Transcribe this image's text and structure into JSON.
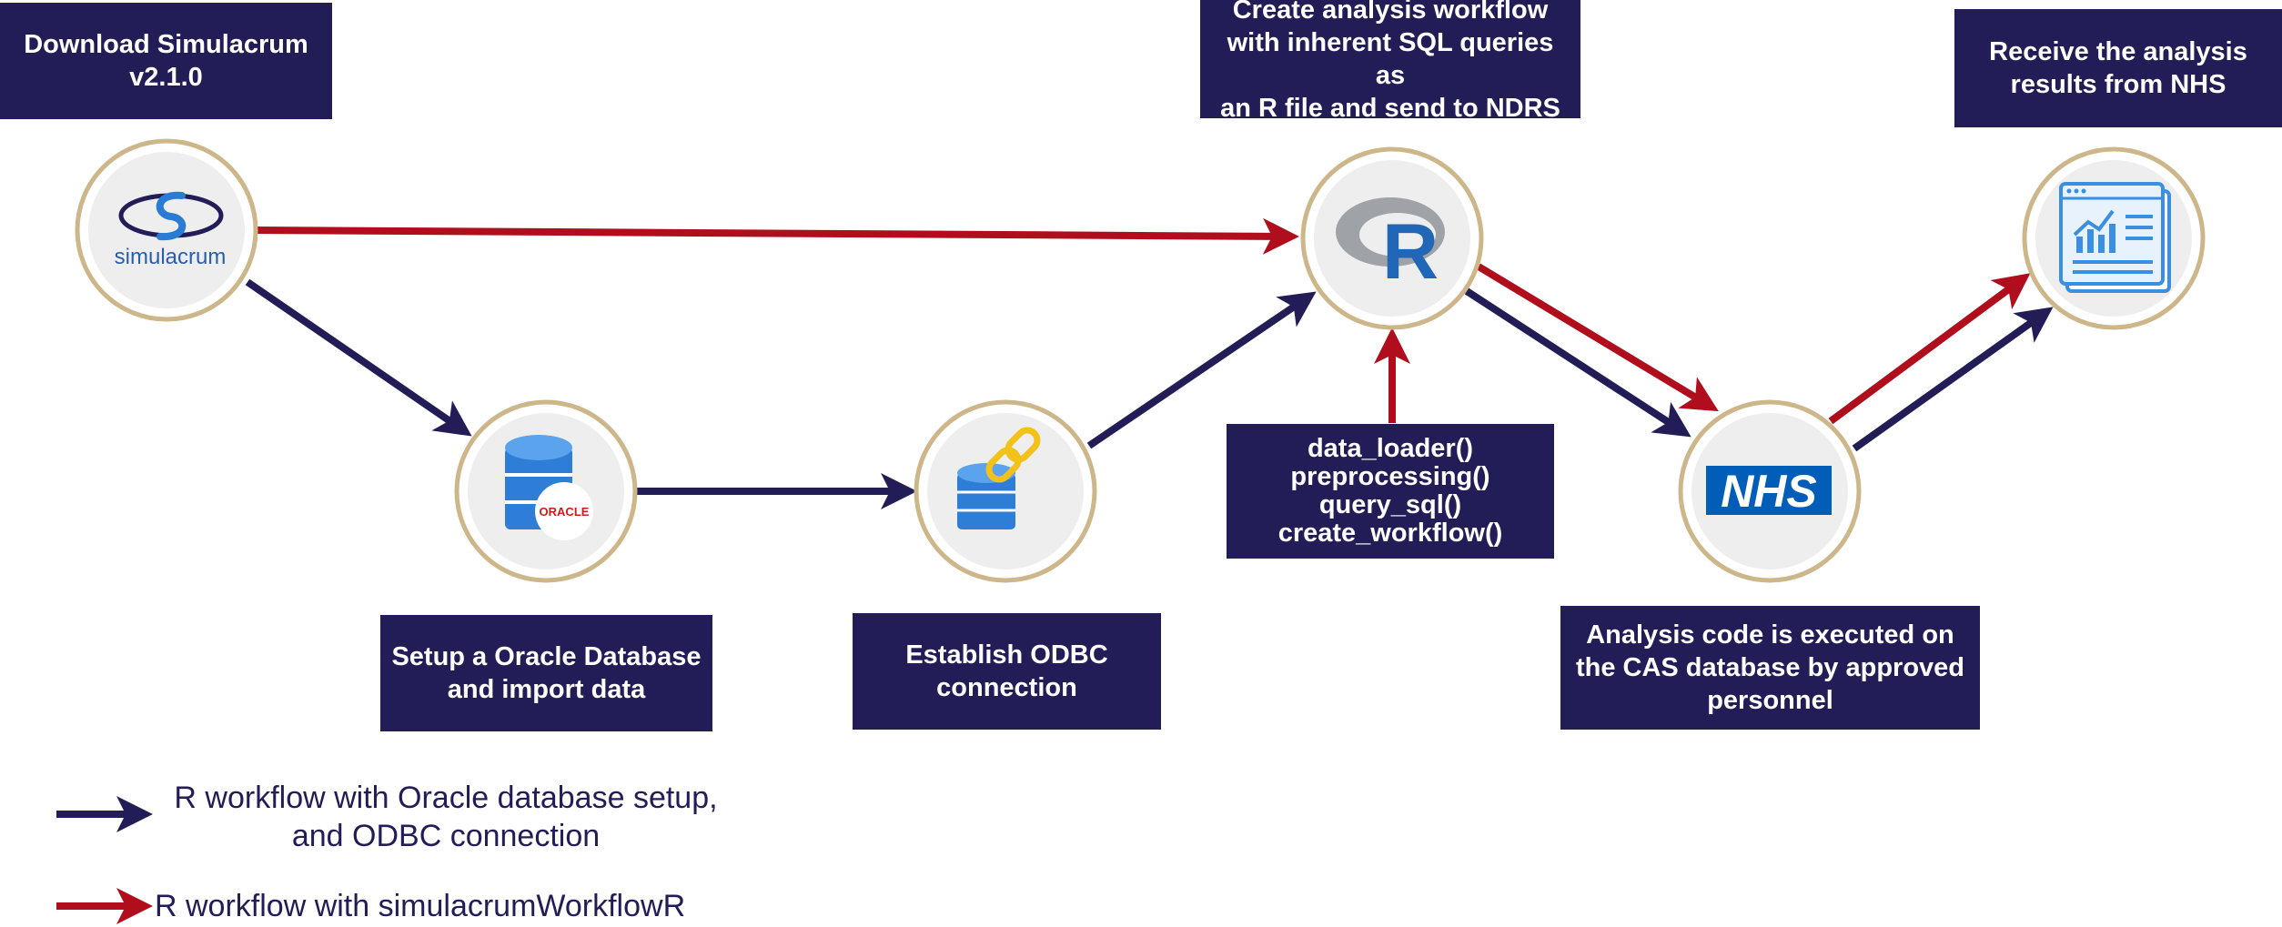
{
  "colors": {
    "navy": "#221C57",
    "red": "#B00E1C",
    "gold": "#CDB78A",
    "node_fill": "#EEEEEE",
    "r_blue": "#2266B7",
    "nhs_blue": "#005EB8",
    "oracle_blue": "#2E7ED7",
    "oracle_red": "#D21A1A",
    "chain_yellow": "#F2C21B",
    "report_blue": "#3A8FE0"
  },
  "labels": {
    "download": "Download Simulacrum\nv2.1.0",
    "oracle": "Setup a Oracle Database\nand import data",
    "odbc": "Establish ODBC\nconnection",
    "workflow": "Create analysis workflow\nwith inherent SQL queries as\nan R file and send to NDRS",
    "functions": "data_loader()\npreprocessing()\nquery_sql()\ncreate_workflow()",
    "cas": "Analysis code is executed on\nthe CAS database by approved\npersonnel",
    "results": "Receive the analysis\nresults from NHS"
  },
  "nodes": {
    "simulacrum": {
      "icon": "simulacrum-logo",
      "logo_text": "simulacrum"
    },
    "oracle": {
      "icon": "oracle-database-icon",
      "logo_text": "ORACLE"
    },
    "odbc": {
      "icon": "database-chain-icon"
    },
    "r": {
      "icon": "r-logo",
      "logo_text": "R"
    },
    "nhs": {
      "icon": "nhs-logo",
      "logo_text": "NHS"
    },
    "results": {
      "icon": "analytics-report-icon"
    }
  },
  "legend": {
    "navy_label": "R workflow with Oracle database setup,\nand ODBC connection",
    "red_label": "R workflow with simulacrumWorkflowR"
  }
}
